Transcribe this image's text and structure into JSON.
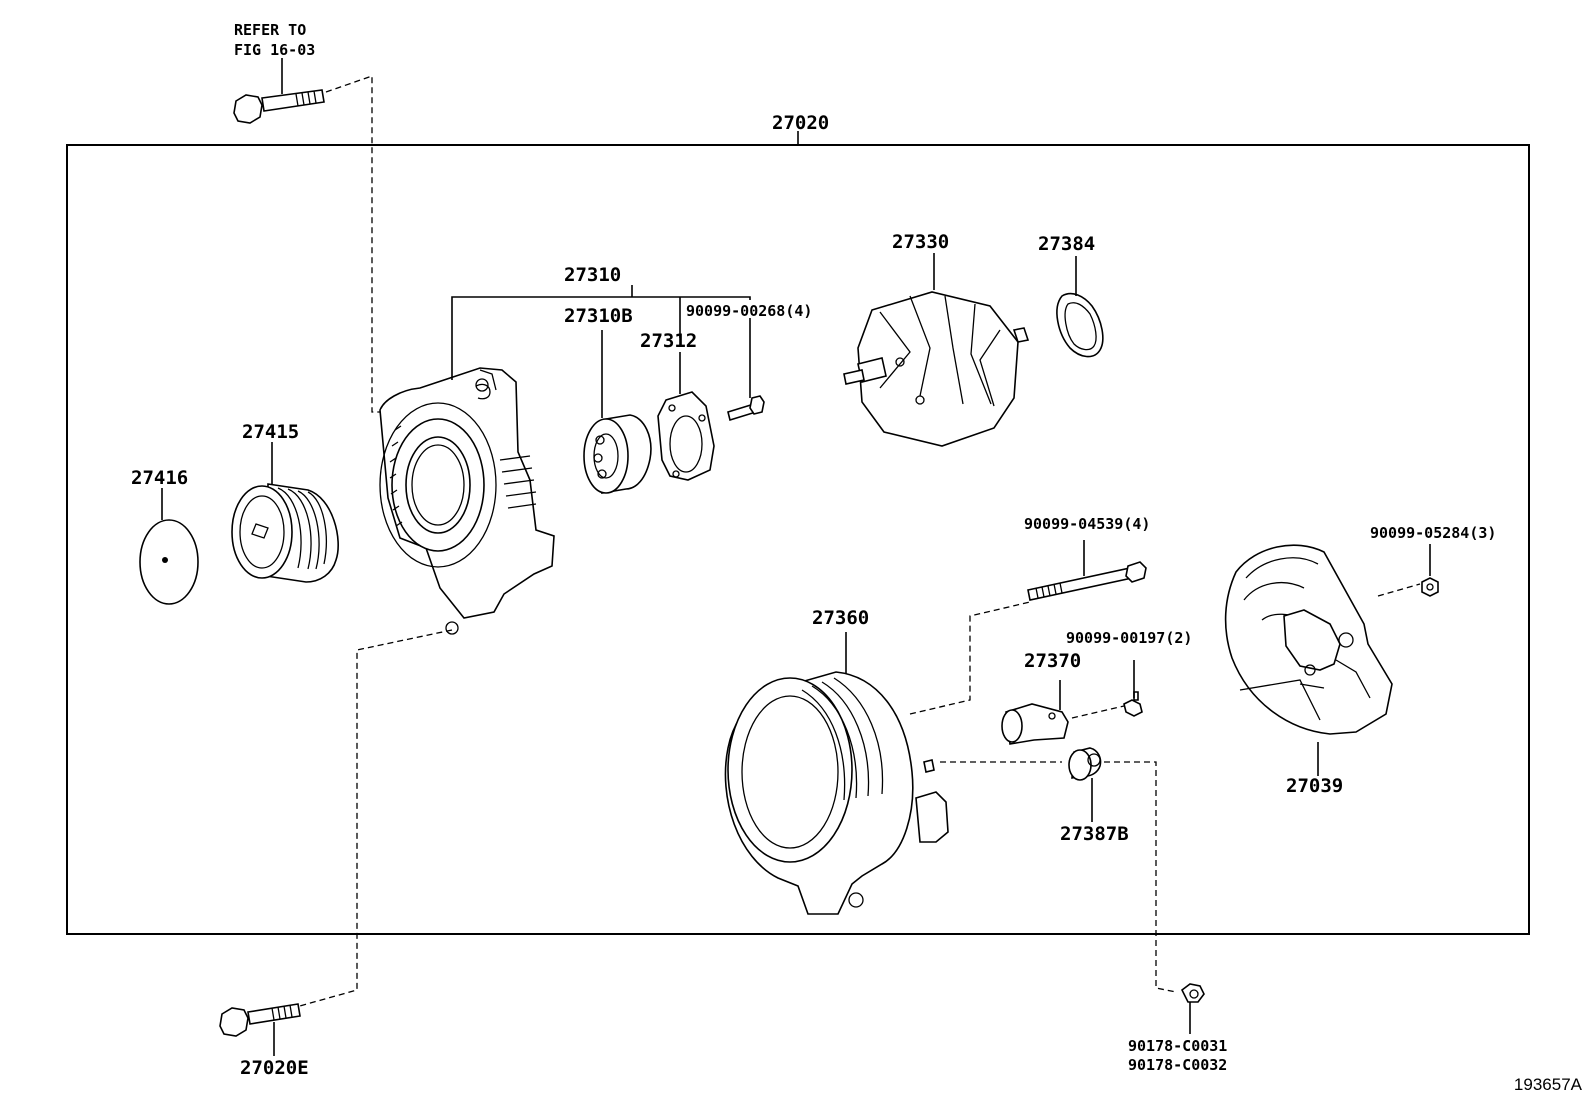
{
  "labels": {
    "refer_line1": "REFER TO",
    "refer_line2": "FIG 16-03",
    "assembly": "27020",
    "bracket_front": "27310",
    "bearing": "27310B",
    "retainer": "27312",
    "screw_4": "90099-00268(4)",
    "rotor": "27330",
    "insulator": "27384",
    "pulley": "27415",
    "cap": "27416",
    "bolt_long": "90099-04539(4)",
    "nut_3": "90099-05284(3)",
    "stator": "27360",
    "screw_2": "90099-00197(2)",
    "terminal": "27370",
    "end_cover": "27039",
    "insulator_b": "27387B",
    "nut_a": "90178-C0031",
    "nut_b": "90178-C0032",
    "bolt_bottom": "27020E"
  },
  "figure_id": "193657A"
}
